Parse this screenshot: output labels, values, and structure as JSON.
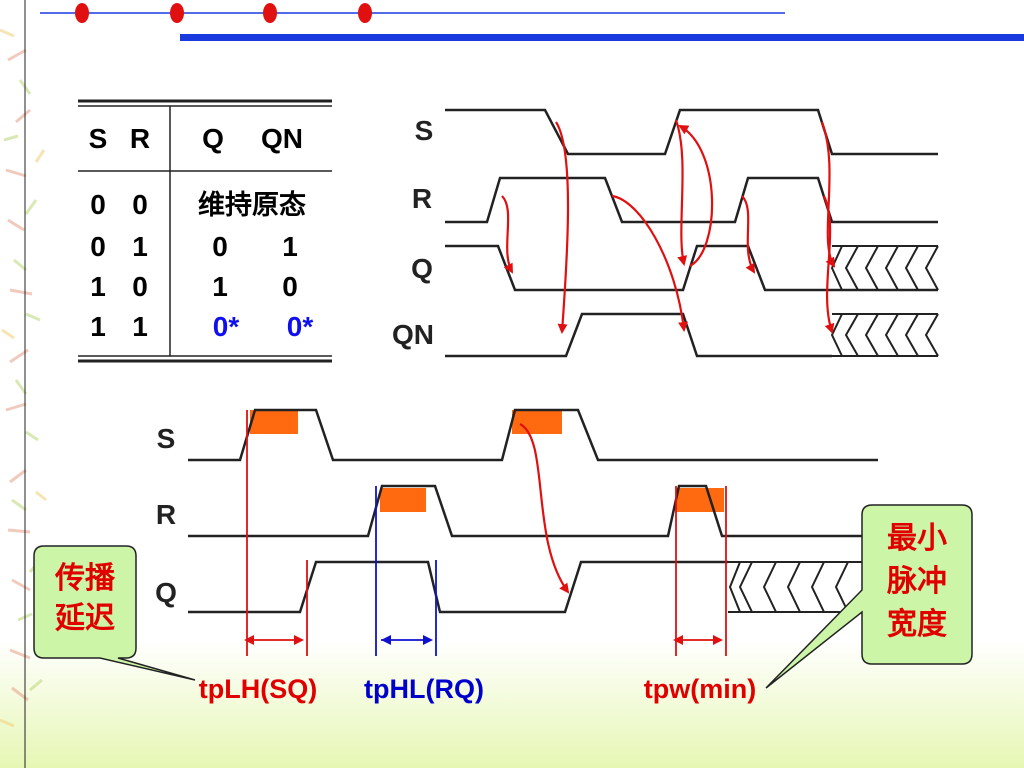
{
  "colors": {
    "accent_blue": "#1a3ae0",
    "arrow_red": "#e01010",
    "bar_orange": "#ff6a10",
    "callout_fill": "#ccf5a8",
    "annot_red": "#e00000",
    "annot_blue": "#0000cc",
    "star_blue": "#1010ee"
  },
  "truth_table": {
    "headers": {
      "s": "S",
      "r": "R",
      "q": "Q",
      "qn": "QN"
    },
    "rows": [
      {
        "s": "0",
        "r": "0",
        "out": "维持原态"
      },
      {
        "s": "0",
        "r": "1",
        "q": "0",
        "qn": "1"
      },
      {
        "s": "1",
        "r": "0",
        "q": "1",
        "qn": "0"
      },
      {
        "s": "1",
        "r": "1",
        "q": "0*",
        "qn": "0*"
      }
    ]
  },
  "timing_top": {
    "labels": {
      "s": "S",
      "r": "R",
      "q": "Q",
      "qn": "QN"
    }
  },
  "timing_bottom": {
    "labels": {
      "s": "S",
      "r": "R",
      "q": "Q"
    }
  },
  "annotations": {
    "tplh": "tpLH(SQ)",
    "tphl": "tpHL(RQ)",
    "tpw": "tpw(min)"
  },
  "callouts": {
    "left": {
      "line1": "传播",
      "line2": "延迟"
    },
    "right": {
      "line1": "最小",
      "line2": "脉冲",
      "line3": "宽度"
    }
  }
}
